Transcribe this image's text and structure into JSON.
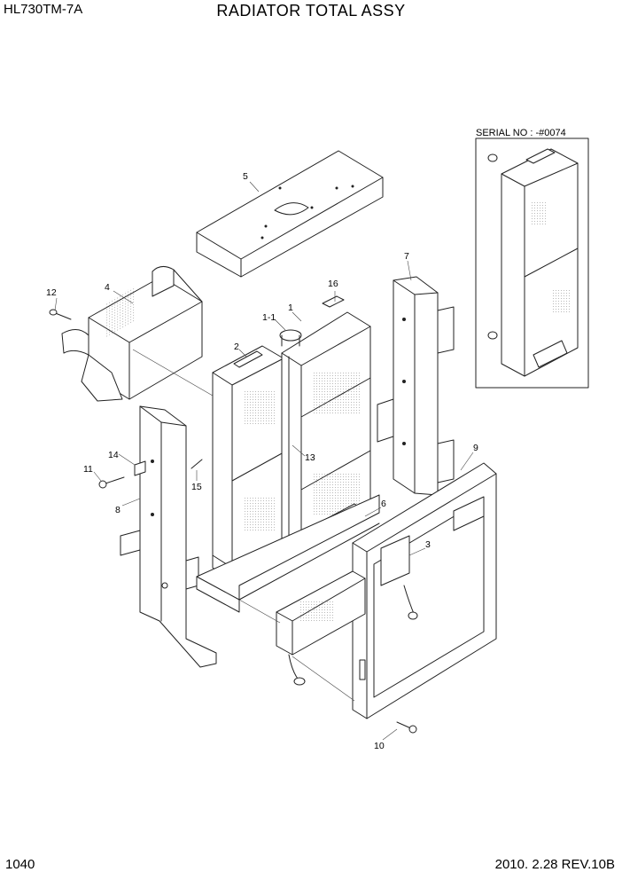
{
  "header": {
    "model": "HL730TM-7A",
    "title": "RADIATOR TOTAL ASSY"
  },
  "footer": {
    "page_number": "1040",
    "date_revision": "2010. 2.28  REV.10B"
  },
  "inset": {
    "serial_label": "SERIAL NO : -#0074"
  },
  "callouts": {
    "p1": "1",
    "p1_1": "1-1",
    "p2": "2",
    "p3": "3",
    "p4": "4",
    "p5": "5",
    "p6": "6",
    "p7": "7",
    "p8": "8",
    "p9": "9",
    "p10": "10",
    "p11": "11",
    "p12": "12",
    "p13": "13",
    "p14": "14",
    "p15": "15",
    "p16": "16"
  }
}
